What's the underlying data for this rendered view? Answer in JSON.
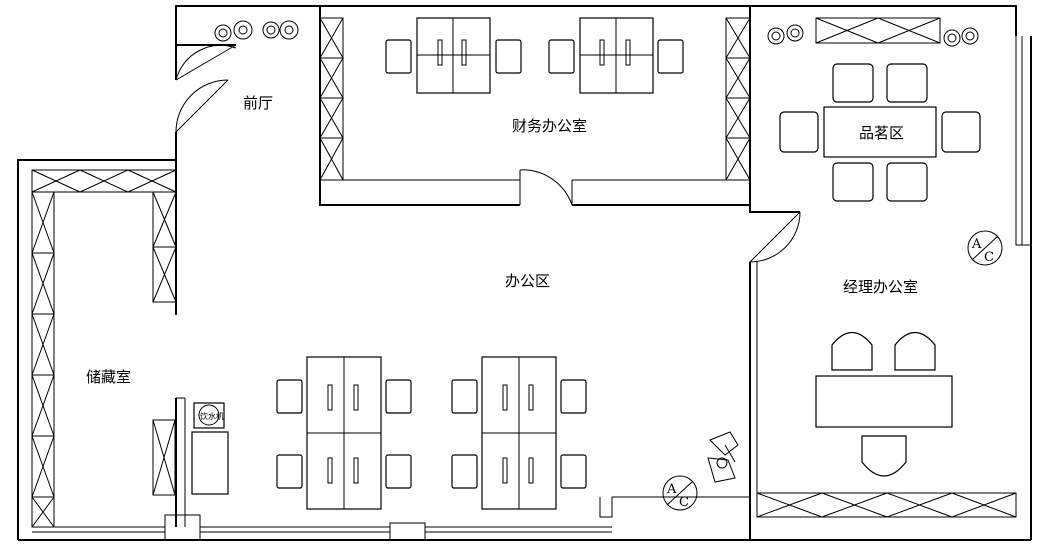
{
  "rooms": {
    "lobby": "前厅",
    "finance": "财务办公室",
    "tea": "品茗区",
    "office": "办公区",
    "manager": "经理办公室",
    "storage": "储藏室"
  },
  "ac": {
    "top": "A",
    "bottom": "C"
  },
  "device_label": "饮水机"
}
